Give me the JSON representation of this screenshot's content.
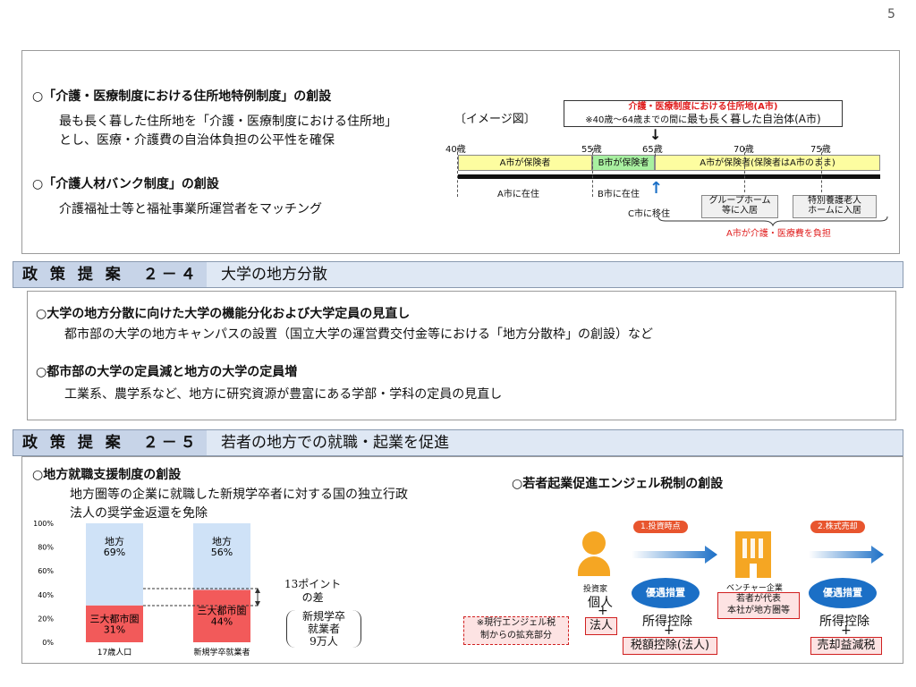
{
  "page_number": "5",
  "section_top": {
    "item1_heading": "○「介護・医療制度における住所地特例制度」の創設",
    "item1_line1": "最も長く暮した住所地を「介護・医療制度における住所地」",
    "item1_line2": "とし、医療・介護費の自治体負担の公平性を確保",
    "item2_heading": "○「介護人材バンク制度」の創設",
    "item2_line1": "介護福祉士等と福祉事業所運営者をマッチング",
    "image_label": "〔イメージ図〕",
    "callout_title": "介護・医療制度における住所地(A市)",
    "callout_line_pre": "※40歳～64歳までの間に",
    "callout_line_post": "最も長く暮した自治体(A市)",
    "ages": [
      "40歳",
      "55歳",
      "65歳",
      "70歳",
      "75歳"
    ],
    "seg1": "A市が保険者",
    "seg2": "B市が保険者",
    "seg3": "A市が保険者(保険者はA市のまま)",
    "below1": "A市に在住",
    "below2": "B市に在住",
    "below3": "C市に移住",
    "box1": "グループホーム\n等に入居",
    "box2": "特別養護老人\nホームに入居",
    "bottom_note": "A市が介護・医療費を負担"
  },
  "policy_24": {
    "label": "政 策 提 案　２－４",
    "title": "大学の地方分散",
    "item1_heading": "○大学の地方分散に向けた大学の機能分化および大学定員の見直し",
    "item1_text": "都市部の大学の地方キャンパスの設置（国立大学の運営費交付金等における「地方分散枠」の創設）など",
    "item2_heading": "○都市部の大学の定員減と地方の大学の定員増",
    "item2_text": "工業系、農学系など、地方に研究資源が豊富にある学部・学科の定員の見直し"
  },
  "policy_25": {
    "label": "政 策 提 案　２－５",
    "title": "若者の地方での就職・起業を促進",
    "left_heading": "○地方就職支援制度の創設",
    "left_line1": "地方圏等の企業に就職した新規学卒者に対する国の独立行政",
    "left_line2": "法人の奨学金返還を免除",
    "right_heading": "○若者起業促進エンジェル税制の創設",
    "diff_note": "13ポイント\nの差",
    "bracket_note": "新規学卒\n就業者\n9万人",
    "investor": "投資家",
    "individual": "個人",
    "plus": "+",
    "corporate": "法人",
    "step1": "1.投資時点",
    "step2": "2.株式売却",
    "pref1": "優遇措置",
    "pref2": "優遇措置",
    "venture": "ベンチャー企業",
    "venture_box": "若者が代表\n本社が地方圏等",
    "income_deduct1": "所得控除",
    "tax_credit": "税額控除(法人)",
    "income_deduct2": "所得控除",
    "gain_reduce": "売却益減税",
    "expansion_note": "※現行エンジェル税\n制からの拡充部分"
  },
  "chart_data": {
    "type": "bar",
    "stacked": true,
    "categories": [
      "17歳人口",
      "新規学卒就業者"
    ],
    "series": [
      {
        "name": "三大都市圏",
        "values": [
          31,
          44
        ],
        "labels": [
          "三大都市圏\n31%",
          "三大都市圏\n44%"
        ],
        "color": "#f25a5a"
      },
      {
        "name": "地方",
        "values": [
          69,
          56
        ],
        "labels": [
          "地方\n69%",
          "地方\n56%"
        ],
        "color": "#cfe2f7"
      }
    ],
    "ylim": [
      0,
      100
    ],
    "yticks": [
      "0%",
      "20%",
      "40%",
      "60%",
      "80%",
      "100%"
    ],
    "title": "",
    "xlabel": "",
    "ylabel": ""
  },
  "colors": {
    "timeline_yellow": "#fdfda0",
    "timeline_green": "#a8f0a0",
    "callout_red": "#e02020",
    "blue": "#1b6fc6",
    "orange": "#f5a623"
  }
}
